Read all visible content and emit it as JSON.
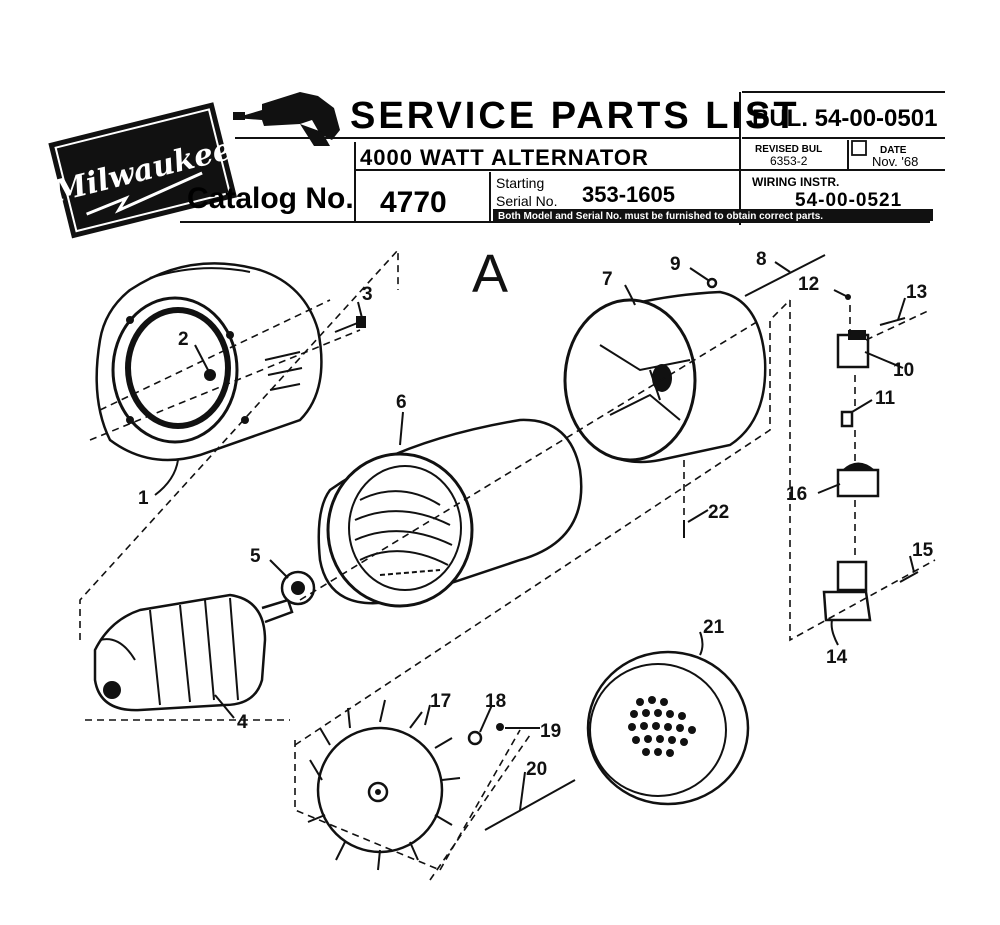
{
  "header": {
    "brand": "Milwaukee",
    "title": "SERVICE PARTS LIST",
    "bulletin": "BUL. 54-00-0501",
    "product": "4000 WATT ALTERNATOR",
    "revised_label": "REVISED BUL",
    "revised_value": "6353-2",
    "date_label": "DATE",
    "date_value": "Nov. '68",
    "catalog_label": "Catalog No.",
    "catalog_value": "4770",
    "starting_label": "Starting",
    "serial_label": "Serial No.",
    "serial_value": "353-1605",
    "wiring_label": "WIRING INSTR.",
    "wiring_value": "54-00-0521",
    "notice": "Both Model and Serial No. must be furnished to obtain correct parts."
  },
  "diagram": {
    "view_label": "A",
    "callouts": [
      "1",
      "2",
      "3",
      "4",
      "5",
      "6",
      "7",
      "8",
      "9",
      "10",
      "11",
      "12",
      "13",
      "14",
      "15",
      "16",
      "17",
      "18",
      "19",
      "20",
      "21",
      "22"
    ]
  },
  "colors": {
    "ink": "#111111",
    "paper": "#ffffff"
  }
}
